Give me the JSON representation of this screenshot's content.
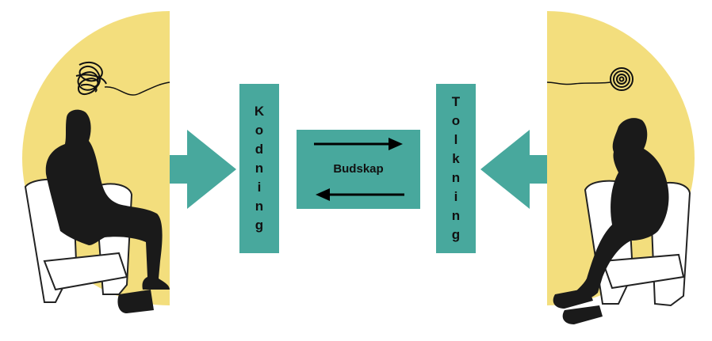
{
  "colors": {
    "background": "#ffffff",
    "circle_fill": "#f3de7d",
    "teal": "#48a89d",
    "silhouette": "#1a1a1a",
    "chair_outline": "#222222",
    "chair_fill": "#ffffff"
  },
  "diagram": {
    "left_box_label": "Kodning",
    "middle_box_label": "Budskap",
    "right_box_label": "Tolkning",
    "left_thought_icon": "tangled-scribble-icon",
    "right_thought_icon": "spiral-icon",
    "arrow_icons": [
      "arrow-right-icon",
      "arrow-left-icon"
    ]
  }
}
